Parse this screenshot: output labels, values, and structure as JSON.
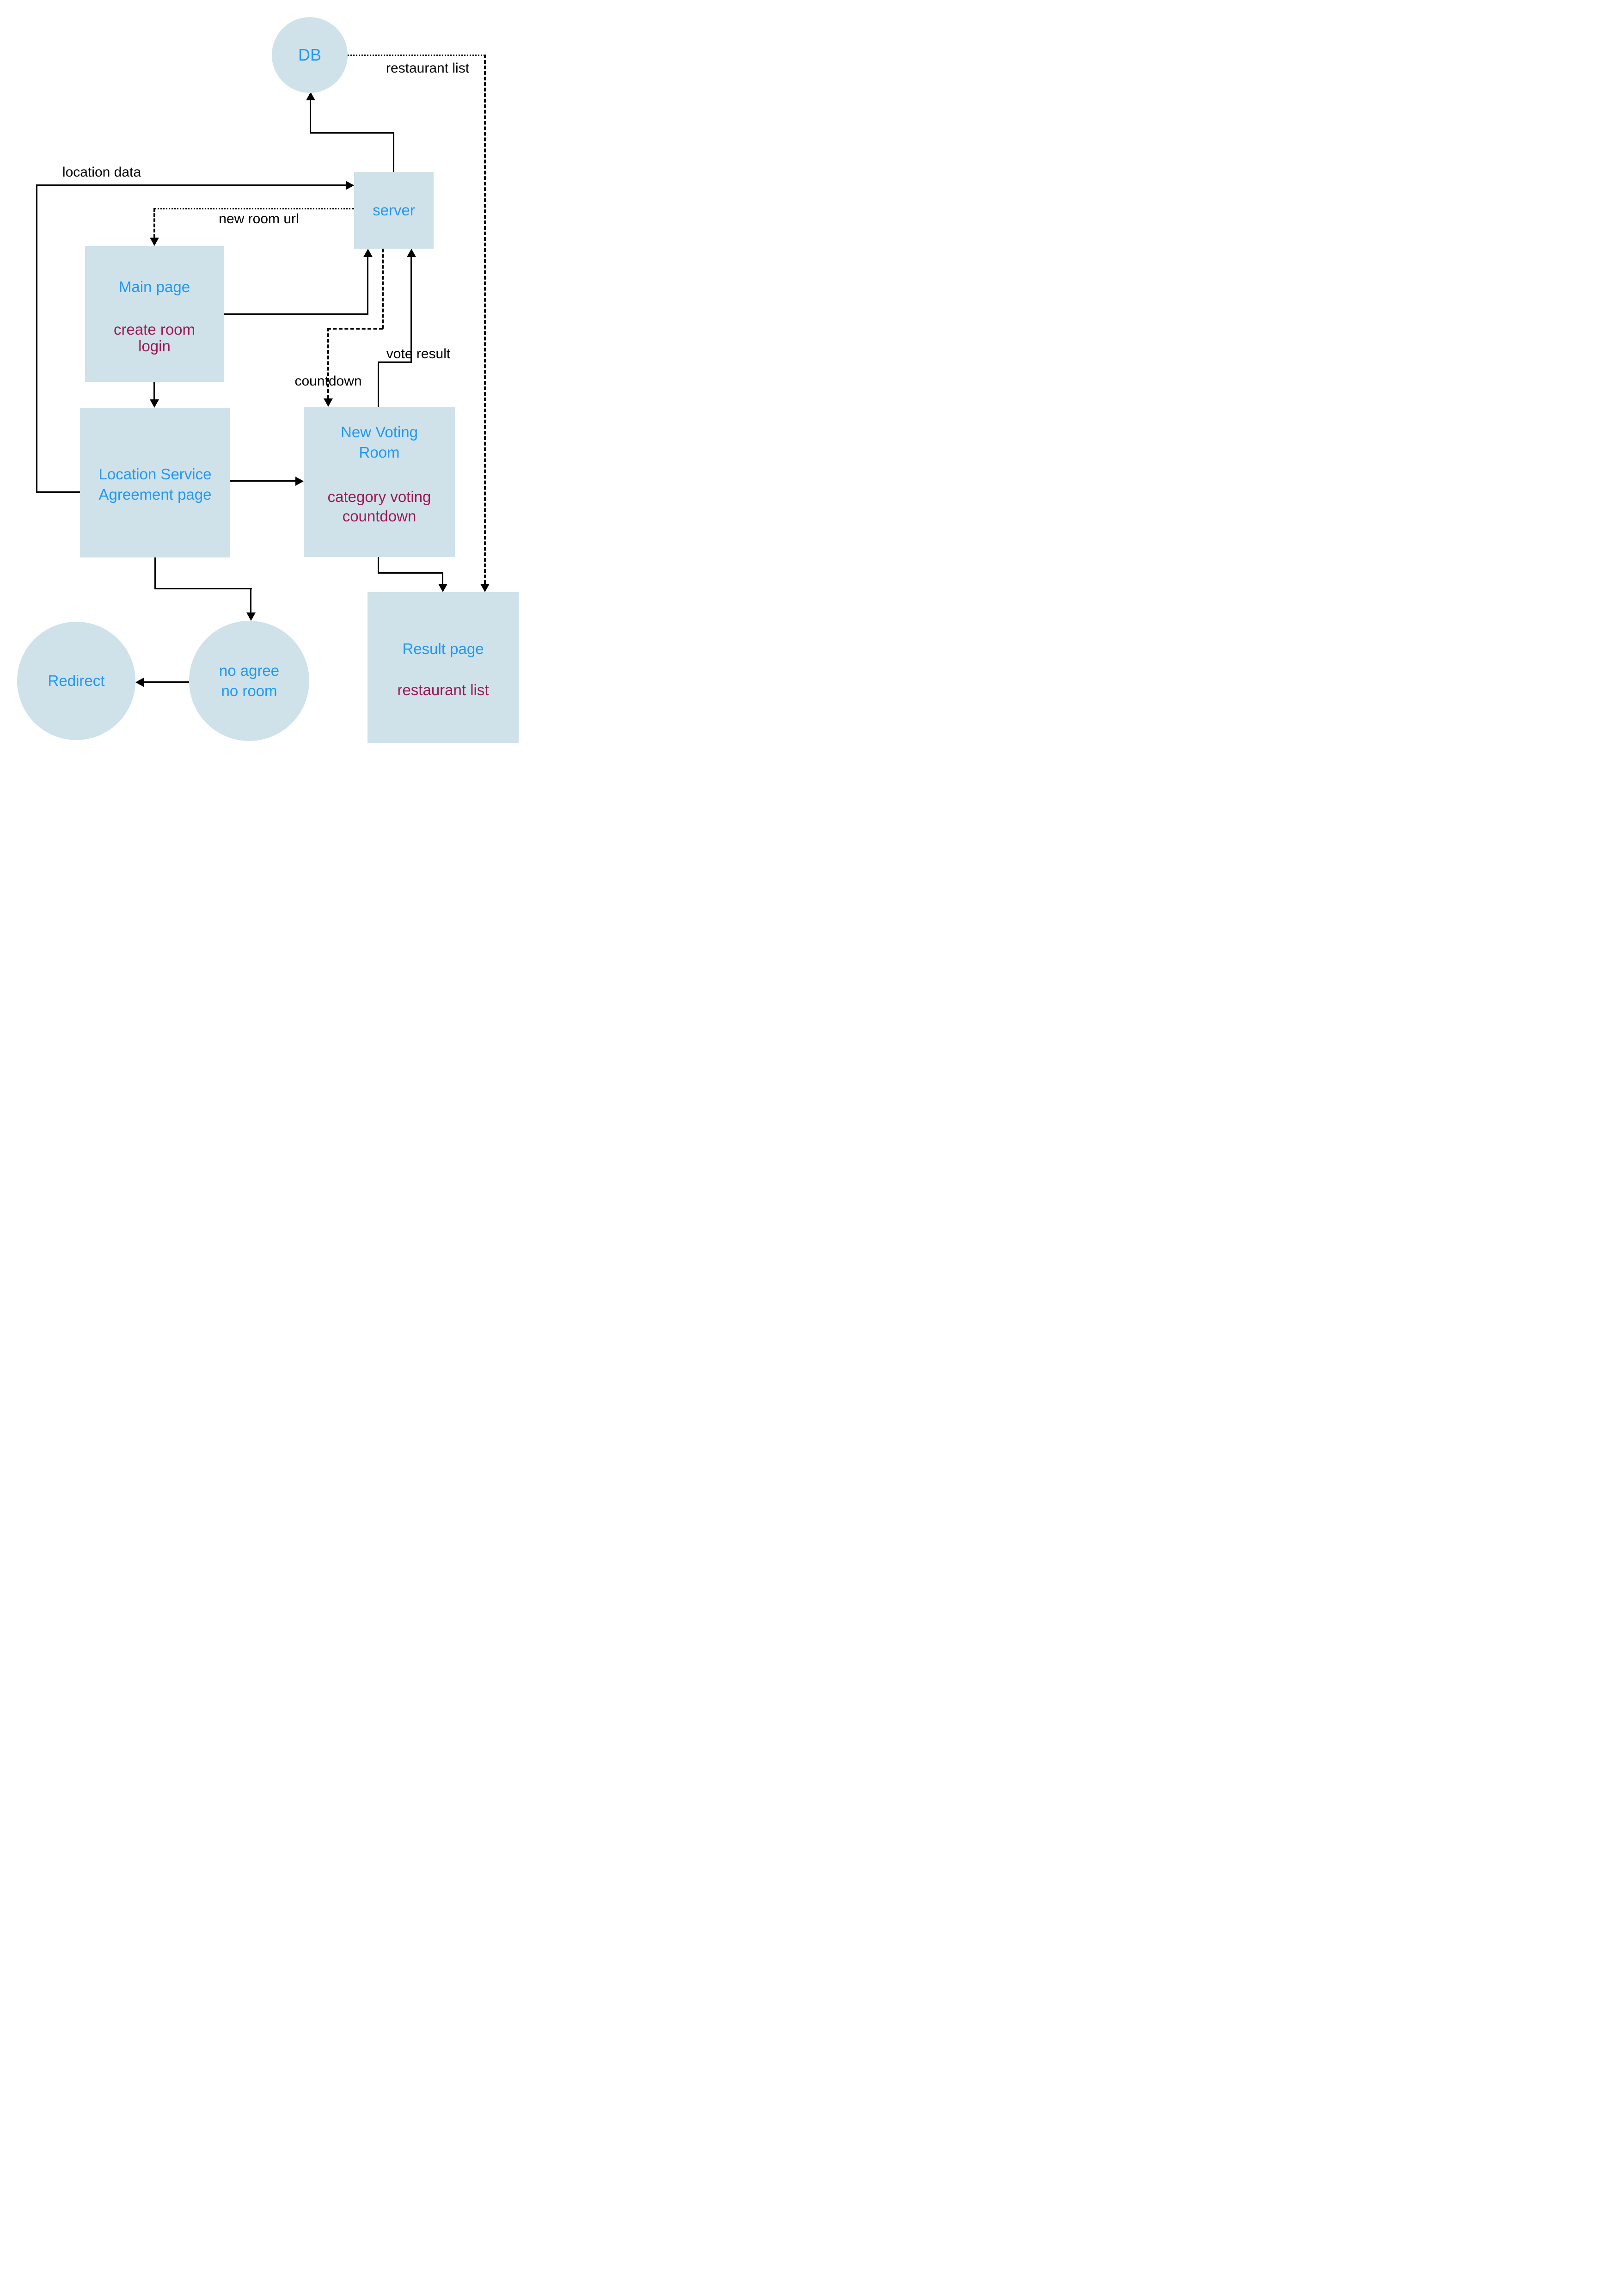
{
  "diagram": {
    "nodes": {
      "db": {
        "label": "DB"
      },
      "server": {
        "label": "server"
      },
      "main_page": {
        "title": "Main page",
        "sub1": "create room",
        "sub2": "login"
      },
      "location_agreement": {
        "title1": "Location Service",
        "title2": "Agreement page"
      },
      "new_voting_room": {
        "title1": "New Voting",
        "title2": "Room",
        "sub1": "category voting",
        "sub2": "countdown"
      },
      "result_page": {
        "title": "Result page",
        "sub": "restaurant list"
      },
      "redirect": {
        "label": "Redirect"
      },
      "no_agree": {
        "line1": "no agree",
        "line2": "no room"
      }
    },
    "edge_labels": {
      "restaurant_list": "restaurant list",
      "location_data": "location data",
      "new_room_url": "new room url",
      "countdown": "countdown",
      "vote_result": "vote result"
    },
    "colors": {
      "node_fill": "#cfe2ea",
      "node_title_text": "#2299f2",
      "node_sub_text": "#9c1a56",
      "edge_line": "#000000"
    }
  }
}
